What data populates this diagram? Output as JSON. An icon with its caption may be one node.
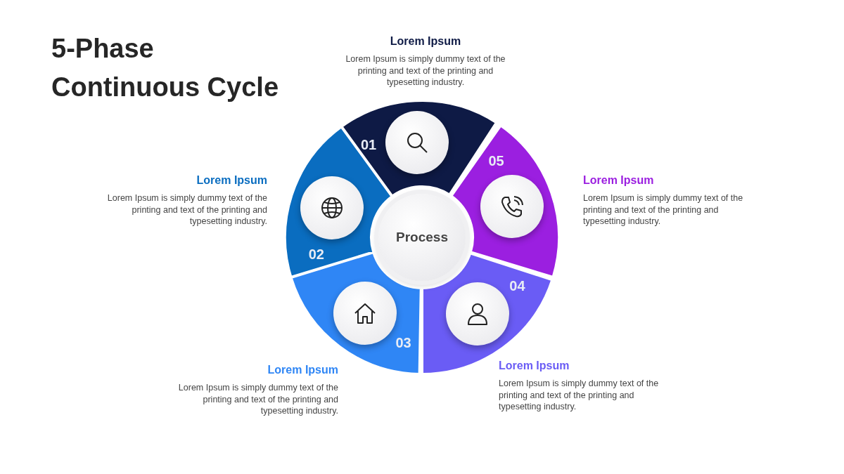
{
  "diagram": {
    "title": "5-Phase Continuous Cycle",
    "nodes": [
      {
        "text": [
          "01"
        ],
        "beside": [
          "Lorem Ipsum",
          "Lorem Ipsum is simply dummy text of the printing and text of the printing and typesetting industry."
        ]
      },
      {
        "text": [
          "02"
        ],
        "beside": [
          "Lorem Ipsum",
          "Lorem Ipsum is simply dummy text of the printing and text of the printing and typesetting industry."
        ]
      },
      {
        "text": [
          "03"
        ],
        "beside": [
          "Lorem Ipsum",
          "Lorem Ipsum is simply dummy text of the printing and text of the printing and typesetting industry."
        ]
      },
      {
        "text": [
          "04"
        ],
        "beside": [
          "Lorem Ipsum",
          "Lorem Ipsum is simply dummy text of the printing and text of the printing and typesetting industry."
        ]
      },
      {
        "text": [
          "05"
        ],
        "beside": [
          "Lorem Ipsum",
          "Lorem Ipsum is simply dummy text of the printing and text of the printing and typesetting industry."
        ]
      },
      {
        "text": [
          "Process"
        ]
      }
    ],
    "edges": []
  }
}
